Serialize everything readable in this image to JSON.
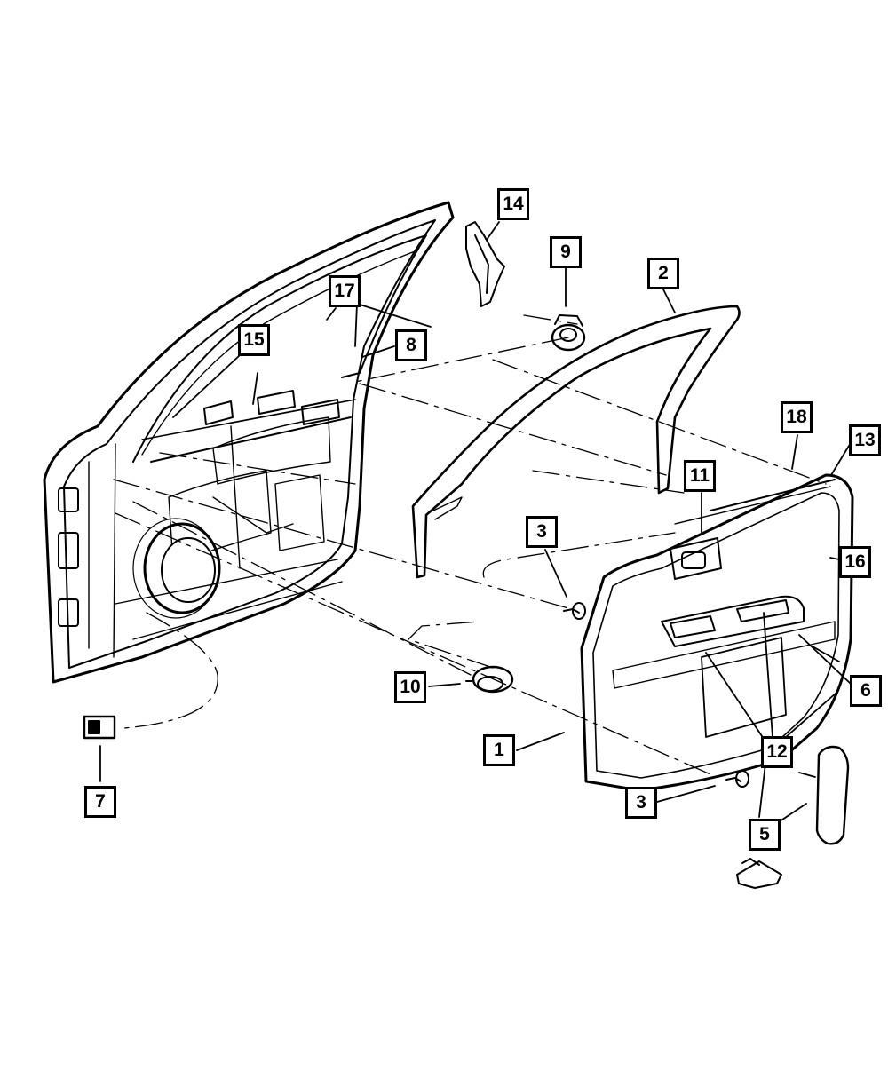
{
  "diagram": {
    "callouts": [
      {
        "id": "c1",
        "label": "1"
      },
      {
        "id": "c2",
        "label": "2"
      },
      {
        "id": "c3a",
        "label": "3"
      },
      {
        "id": "c3b",
        "label": "3"
      },
      {
        "id": "c5",
        "label": "5"
      },
      {
        "id": "c6",
        "label": "6"
      },
      {
        "id": "c7",
        "label": "7"
      },
      {
        "id": "c8",
        "label": "8"
      },
      {
        "id": "c9",
        "label": "9"
      },
      {
        "id": "c10",
        "label": "10"
      },
      {
        "id": "c11",
        "label": "11"
      },
      {
        "id": "c12",
        "label": "12"
      },
      {
        "id": "c13",
        "label": "13"
      },
      {
        "id": "c14",
        "label": "14"
      },
      {
        "id": "c15",
        "label": "15"
      },
      {
        "id": "c16",
        "label": "16"
      },
      {
        "id": "c17",
        "label": "17"
      },
      {
        "id": "c18",
        "label": "18"
      }
    ]
  }
}
